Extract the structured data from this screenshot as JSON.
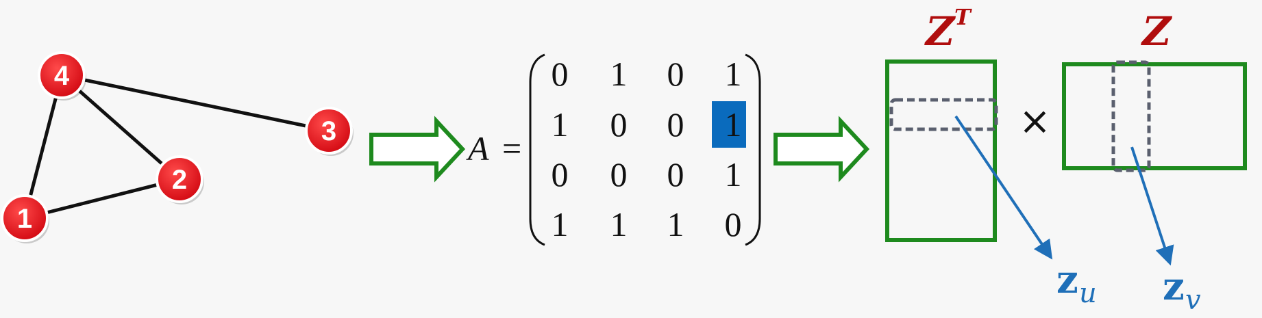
{
  "colors": {
    "node_fill": "#e8111b",
    "edge": "#111111",
    "arrow_outline": "#1e8a1e",
    "matrix_frame": "#1e8a1e",
    "title": "#b00d0d",
    "highlight": "#0a6bbd",
    "vector_label": "#1f6fb8",
    "dashed_box": "#5a5f6e"
  },
  "graph": {
    "nodes": [
      {
        "id": "4",
        "label": "4"
      },
      {
        "id": "3",
        "label": "3"
      },
      {
        "id": "2",
        "label": "2"
      },
      {
        "id": "1",
        "label": "1"
      }
    ],
    "edges": [
      [
        "4",
        "3"
      ],
      [
        "4",
        "2"
      ],
      [
        "4",
        "1"
      ],
      [
        "1",
        "2"
      ]
    ]
  },
  "adjacency": {
    "var": "A",
    "equals": "=",
    "rows": [
      [
        "0",
        "1",
        "0",
        "1"
      ],
      [
        "1",
        "0",
        "0",
        "1"
      ],
      [
        "0",
        "0",
        "0",
        "1"
      ],
      [
        "1",
        "1",
        "1",
        "0"
      ]
    ],
    "highlight_cell": {
      "row": 1,
      "col": 3
    }
  },
  "factorization": {
    "left_label": "Z",
    "left_sup": "T",
    "right_label": "Z",
    "times": "×",
    "zu_main": "z",
    "zu_sub": "u",
    "zv_main": "z",
    "zv_sub": "v"
  }
}
